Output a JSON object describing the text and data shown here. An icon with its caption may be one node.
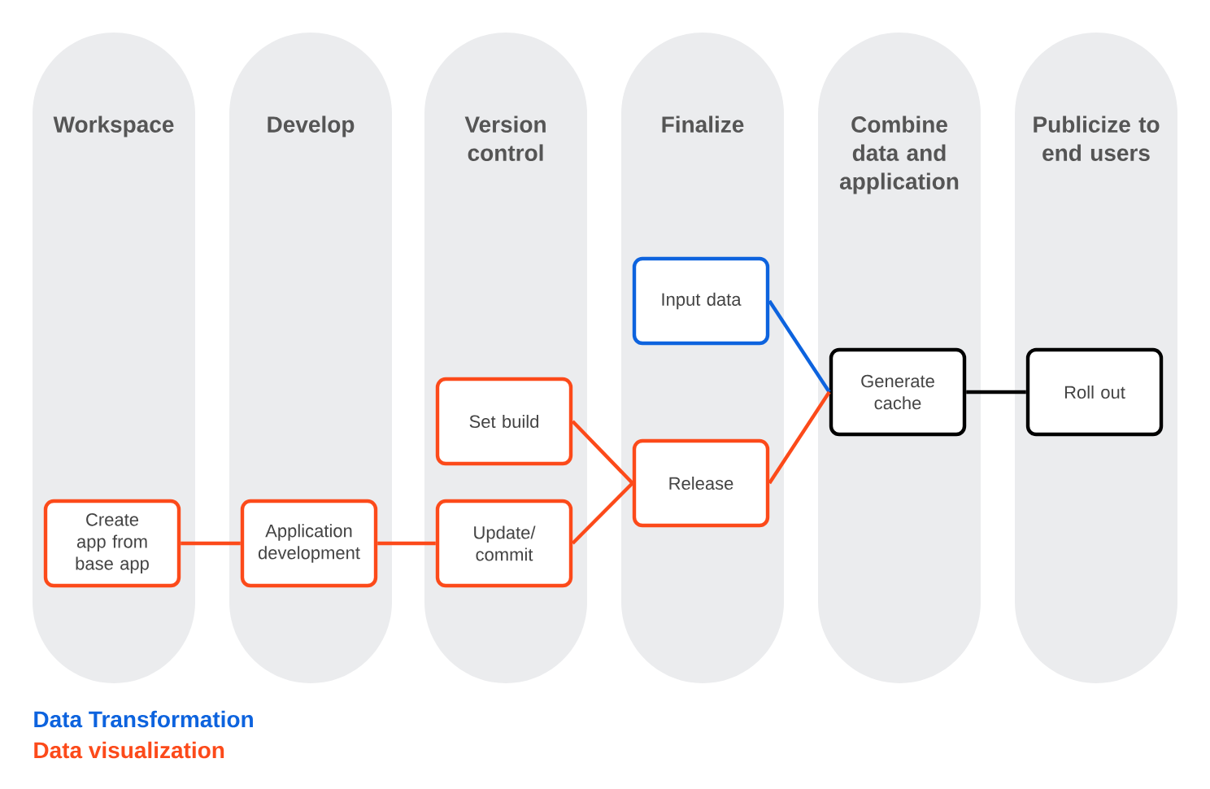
{
  "diagram": {
    "nodes": [
      {
        "text": [
          "Workspace"
        ]
      },
      {
        "text": [
          "Develop"
        ]
      },
      {
        "text": [
          "Version control"
        ]
      },
      {
        "text": [
          "Finalize"
        ]
      },
      {
        "text": [
          "Combine data and application"
        ]
      },
      {
        "text": [
          "Publicize to end users"
        ]
      },
      {
        "text": [
          "Create app from base app"
        ],
        "in": 0
      },
      {
        "text": [
          "Application development"
        ],
        "in": 1
      },
      {
        "text": [
          "Set build"
        ],
        "in": 2
      },
      {
        "text": [
          "Update/ commit"
        ],
        "in": 2
      },
      {
        "text": [
          "Input data"
        ],
        "in": 3
      },
      {
        "text": [
          "Release"
        ],
        "in": 3
      },
      {
        "text": [
          "Generate cache"
        ],
        "in": 4
      },
      {
        "text": [
          "Roll out"
        ],
        "in": 5
      }
    ],
    "edges": [
      {
        "from": 6,
        "to": 7,
        "arrow": "none"
      },
      {
        "from": 7,
        "to": 9,
        "arrow": "none"
      },
      {
        "from": 8,
        "to": 11,
        "arrow": "none"
      },
      {
        "from": 9,
        "to": 11,
        "arrow": "none"
      },
      {
        "from": 10,
        "to": 12,
        "arrow": "none",
        "color": "#0d63de"
      },
      {
        "from": 11,
        "to": 12,
        "arrow": "none"
      },
      {
        "from": 12,
        "to": 13,
        "arrow": "none",
        "color": "#000000"
      }
    ],
    "legend": [
      {
        "text": "Data Transformation",
        "color": "#0d63de"
      },
      {
        "text": "Data visualization",
        "color": "#fc4a1a"
      }
    ]
  }
}
